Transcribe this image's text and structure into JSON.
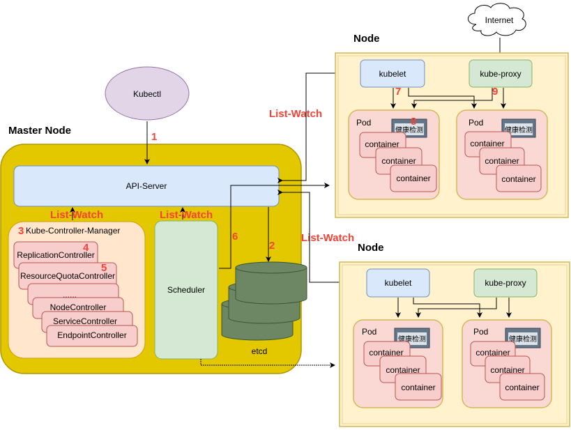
{
  "kubectl": "Kubectl",
  "internet": "Internet",
  "master": {
    "title": "Master Node",
    "api_server": "API-Server",
    "controller_manager": {
      "title": "Kube-Controller-Manager",
      "controllers": [
        "ReplicationController",
        "ResourceQuotaController",
        "......",
        "NodeController",
        "ServiceController",
        "EndpointController"
      ]
    },
    "scheduler": "Scheduler",
    "etcd": "etcd"
  },
  "list_watch": "List-Watch",
  "steps": {
    "s1": "1",
    "s2": "2",
    "s3": "3",
    "s4": "4",
    "s5": "5",
    "s6": "6",
    "s7": "7",
    "s8": "8",
    "s9": "9"
  },
  "nodes": [
    {
      "title": "Node",
      "kubelet": "kubelet",
      "kube_proxy": "kube-proxy",
      "pods": [
        {
          "label": "Pod",
          "probe": "健康检测",
          "containers": [
            "container",
            "container",
            "container"
          ]
        },
        {
          "label": "Pod",
          "probe": "健康检测",
          "containers": [
            "container",
            "container",
            "container"
          ]
        }
      ]
    },
    {
      "title": "Node",
      "kubelet": "kubelet",
      "kube_proxy": "kube-proxy",
      "pods": [
        {
          "label": "Pod",
          "probe": "健康检测",
          "containers": [
            "container",
            "container",
            "container"
          ]
        },
        {
          "label": "Pod",
          "probe": "健康检测",
          "containers": [
            "container",
            "container",
            "container"
          ]
        }
      ]
    }
  ],
  "colors": {
    "master_fill": "#e3c800",
    "master_stroke": "#b09500",
    "api_fill": "#dae8fc",
    "scheduler_fill": "#d5e8d4",
    "cm_fill": "#ffe6cc",
    "node_fill": "#fff2cc",
    "node_stroke": "#d6b656",
    "pod_fill": "#fad9d5",
    "container_fill": "#f8cecc",
    "container_stroke": "#b85450",
    "kubectl_fill": "#e1d5e7",
    "etcd_fill": "#6d8764",
    "probe_fill": "#647687",
    "accent_red": "#f44336"
  }
}
